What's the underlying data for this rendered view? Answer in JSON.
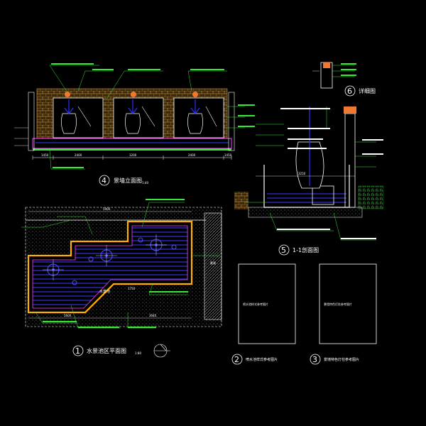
{
  "drawing": {
    "views": {
      "elevation": {
        "number": "4",
        "title": "景墙立面图",
        "scale": "1:40"
      },
      "plan": {
        "number": "1",
        "title": "水景池区平面图",
        "scale": "1:80"
      },
      "section": {
        "number": "5",
        "title": "1-1剖面图",
        "scale": ""
      },
      "detail": {
        "number": "6",
        "title": "详细图"
      },
      "ref_fountain": {
        "number": "2",
        "title": "喷水池样式参考图片",
        "placeholder": "喷水池样式参考图片"
      },
      "ref_lamp": {
        "number": "3",
        "title": "景墙特色灯柱参考图片",
        "placeholder": "景墙特色灯柱参考图片"
      }
    },
    "dimensions": {
      "elev_bottom": [
        "1450",
        "2400",
        "1200",
        "2400",
        "1450"
      ],
      "plan_bottom": [
        "5600",
        "3040"
      ],
      "plan_top": "5900",
      "plan_mid": "1750",
      "section_w": "3250"
    },
    "plan_label": "水景池",
    "side_note": "景观"
  }
}
